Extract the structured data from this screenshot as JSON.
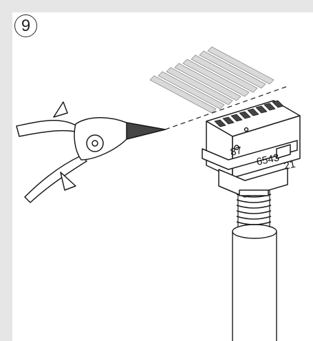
{
  "step_number": "9",
  "pin_labels": {
    "group_a": "87",
    "group_b": "6543",
    "group_c": "21"
  },
  "colors": {
    "frame": "#e6e6e6",
    "panel": "#ffffff",
    "stroke": "#1a1a1a",
    "wire_fill": "#d9d9d9",
    "cut_jaw_fill": "#444444"
  },
  "icons": [
    "step-number-badge",
    "diagonal-cutter-pliers",
    "connector-jack",
    "cable-wires",
    "cable-sheath",
    "spring-strain-relief"
  ]
}
